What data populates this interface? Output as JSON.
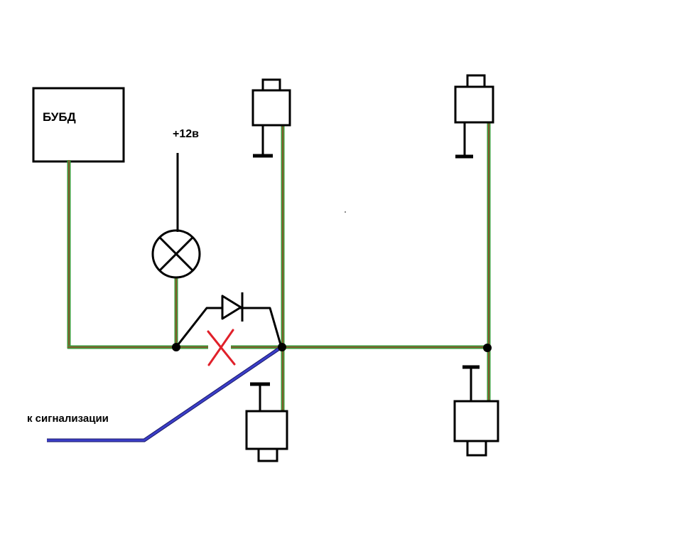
{
  "labels": {
    "control_unit": "БУБД",
    "supply": "+12в",
    "alarm": "к сигнализации"
  },
  "colors": {
    "wire_green": "#3a9a3a",
    "wire_brown": "#9a4a2a",
    "wire_blue": "#3b3ec8",
    "removed_mark": "#e0202a",
    "ink": "#000000"
  }
}
